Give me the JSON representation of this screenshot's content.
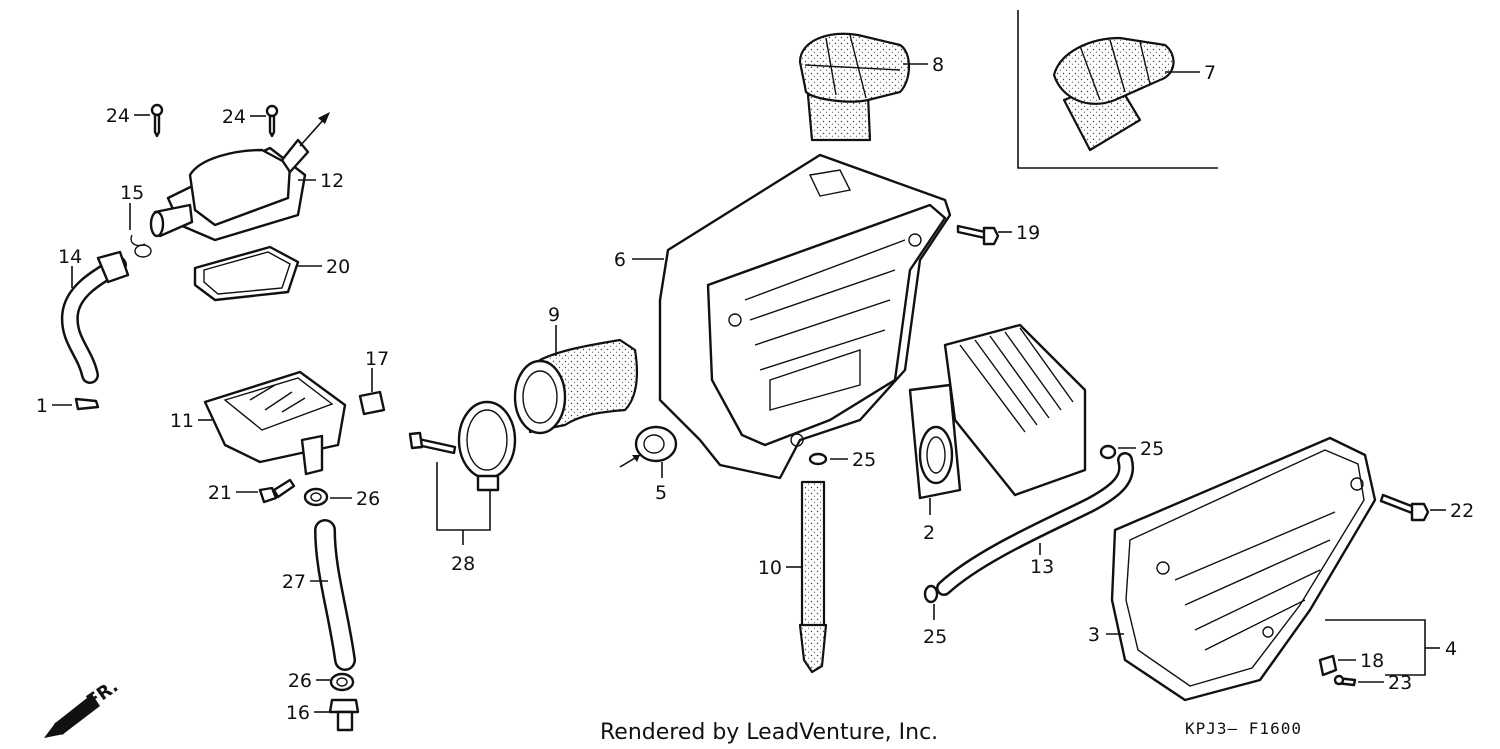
{
  "diagram": {
    "caption": "Rendered by LeadVenture, Inc.",
    "diagram_code": "KPJ3— F1600",
    "direction_label": "FR.",
    "callouts": {
      "c1": "1",
      "c2": "2",
      "c3": "3",
      "c4": "4",
      "c5": "5",
      "c6": "6",
      "c7": "7",
      "c8": "8",
      "c9": "9",
      "c10": "10",
      "c11": "11",
      "c12": "12",
      "c13": "13",
      "c14": "14",
      "c15": "15",
      "c16": "16",
      "c17": "17",
      "c18": "18",
      "c19": "19",
      "c20": "20",
      "c21": "21",
      "c22": "22",
      "c23": "23",
      "c24a": "24",
      "c24b": "24",
      "c25a": "25",
      "c25b": "25",
      "c25c": "25",
      "c26a": "26",
      "c26b": "26",
      "c27": "27",
      "c28": "28"
    }
  }
}
